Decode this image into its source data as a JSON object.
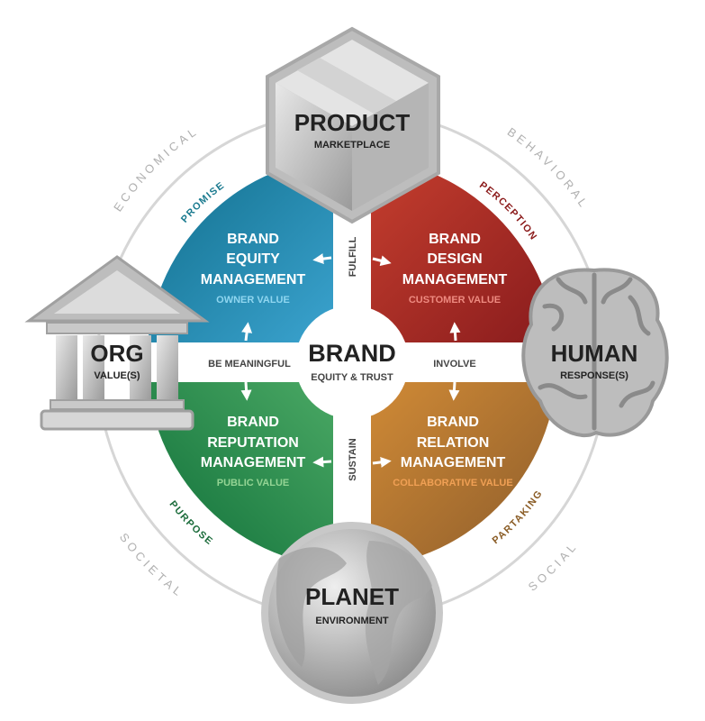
{
  "center": {
    "title": "BRAND",
    "subtitle": "EQUITY & TRUST"
  },
  "quadrants": [
    {
      "lines": [
        "BRAND",
        "EQUITY",
        "MANAGEMENT"
      ],
      "value": "OWNER VALUE",
      "color_from": "#0d6a86",
      "color_to": "#3ba3cf",
      "value_color": "#8fd6f0",
      "ring_label": "PROMISE",
      "ring_color": "#1a7a8f"
    },
    {
      "lines": [
        "BRAND",
        "DESIGN",
        "MANAGEMENT"
      ],
      "value": "CUSTOMER VALUE",
      "color_from": "#c8402f",
      "color_to": "#861a1c",
      "value_color": "#ee8a80",
      "ring_label": "PERCEPTION",
      "ring_color": "#8b1a1a"
    },
    {
      "lines": [
        "BRAND",
        "REPUTATION",
        "MANAGEMENT"
      ],
      "value": "PUBLIC VALUE",
      "color_from": "#4aa864",
      "color_to": "#0a6a35",
      "value_color": "#94d494",
      "ring_label": "PURPOSE",
      "ring_color": "#1a6b3a"
    },
    {
      "lines": [
        "BRAND",
        "RELATION",
        "MANAGEMENT"
      ],
      "value": "COLLABORATIVE VALUE",
      "color_from": "#d08a36",
      "color_to": "#86582a",
      "value_color": "#f0a055",
      "ring_label": "PARTAKING",
      "ring_color": "#8a5c25"
    }
  ],
  "connectors": {
    "top": "FULFILL",
    "bottom": "SUSTAIN",
    "left": "BE MEANINGFUL",
    "right": "INVOLVE"
  },
  "outer_labels": {
    "top_left": "ECONOMICAL",
    "top_right": "BEHAVIORAL",
    "bottom_left": "SOCIETAL",
    "bottom_right": "SOCIAL"
  },
  "nodes": {
    "product": {
      "title": "PRODUCT",
      "subtitle": "MARKETPLACE",
      "icon": "box-hexagon-icon"
    },
    "org": {
      "title": "ORG",
      "subtitle": "VALUE(S)",
      "icon": "building-columns-icon"
    },
    "human": {
      "title": "HUMAN",
      "subtitle": "RESPONSE(S)",
      "icon": "brain-icon"
    },
    "planet": {
      "title": "PLANET",
      "subtitle": "ENVIRONMENT",
      "icon": "globe-icon"
    }
  }
}
